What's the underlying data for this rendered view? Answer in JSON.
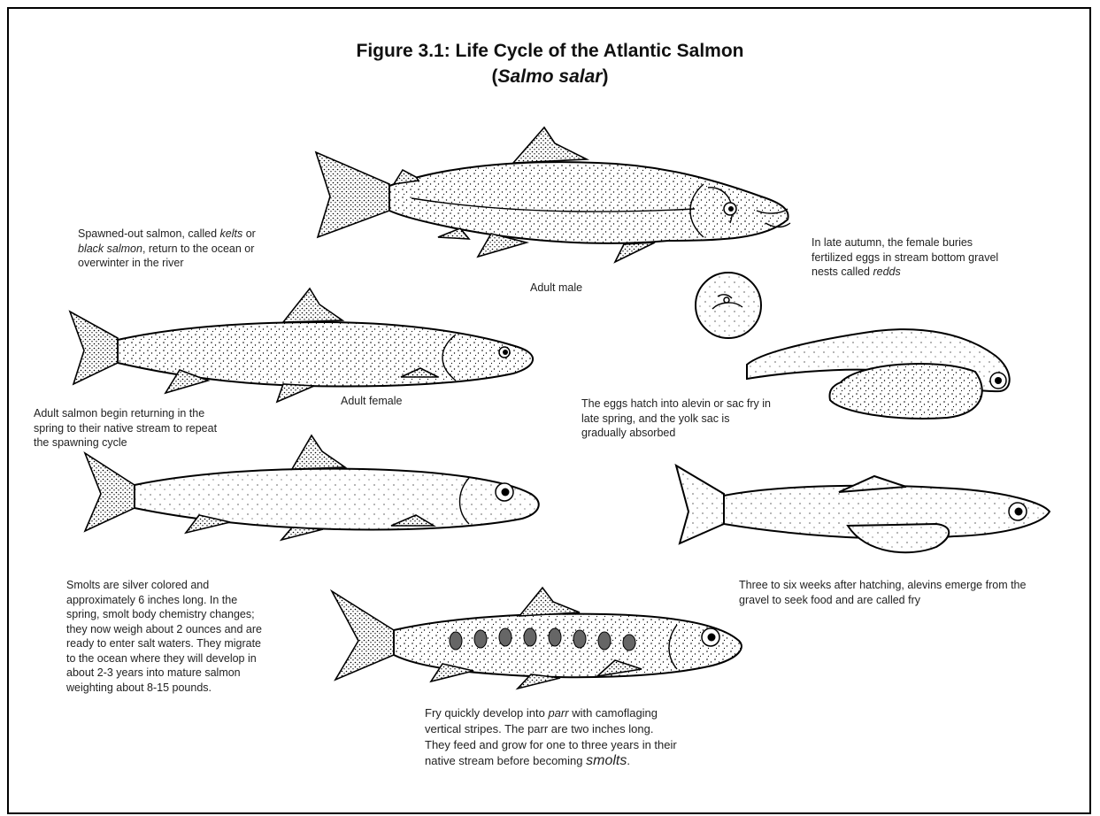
{
  "figure": {
    "title_line1": "Figure 3.1:  Life Cycle of the Atlantic Salmon",
    "title_line2_open": "(",
    "title_line2_species": "Salmo salar",
    "title_line2_close": ")"
  },
  "labels": {
    "adult_male": "Adult male",
    "adult_female": "Adult female"
  },
  "captions": {
    "kelts": {
      "t1": "Spawned-out salmon, called ",
      "t2": "kelts",
      "t3": " or",
      "t4": "black salmon",
      "t5": ", return to the ocean or",
      "t6": "overwinter in the river"
    },
    "redds": {
      "l1": "In late autumn, the female buries",
      "l2": "fertilized eggs in stream bottom gravel",
      "l3a": "nests called ",
      "l3b": "redds"
    },
    "returning": {
      "l1": "Adult salmon begin returning in the",
      "l2": "spring to their native stream to repeat",
      "l3": "the spawning cycle"
    },
    "alevin": {
      "l1": "The eggs hatch into alevin or sac fry in",
      "l2": "late spring, and the yolk sac is",
      "l3": "gradually absorbed"
    },
    "smolts": {
      "l1": "Smolts are silver colored and",
      "l2": "approximately 6 inches long.  In the",
      "l3": "spring, smolt body chemistry changes;",
      "l4": "they now weigh about 2 ounces and are",
      "l5": "ready to enter salt waters.  They migrate",
      "l6": "to the ocean where they will develop in",
      "l7": "about 2-3 years into mature salmon",
      "l8": "weighting about 8-15 pounds."
    },
    "fry": {
      "l1": "Three to six weeks after hatching, alevins emerge from the",
      "l2": "gravel to seek food and are called fry"
    },
    "parr": {
      "l1a": "Fry quickly develop into ",
      "l1b": "parr",
      "l1c": " with camoflaging",
      "l2": "vertical stripes.  The parr are two inches long.",
      "l3": "They feed and grow for one to three years in their",
      "l4a": "native stream before becoming ",
      "l4b": "smolts",
      "l4c": "."
    }
  },
  "icons": [
    "adult-male-salmon-illustration",
    "adult-female-salmon-illustration",
    "smolt-illustration",
    "parr-illustration",
    "egg-illustration",
    "alevin-illustration",
    "fry-illustration"
  ]
}
